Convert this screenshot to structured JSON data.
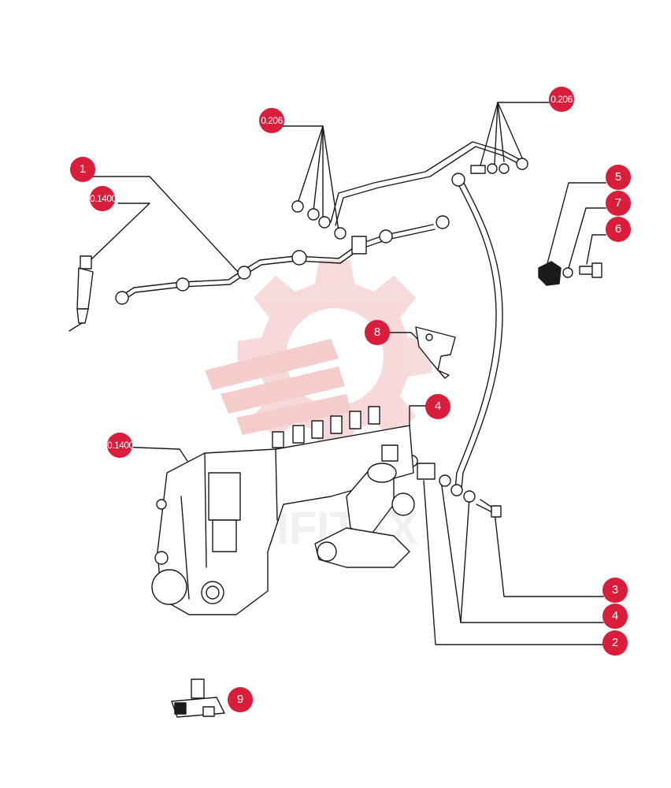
{
  "colors": {
    "callout": "#d91e3c",
    "line": "#1a1a1a",
    "watermark": "#f3c4c4"
  },
  "callouts": [
    {
      "key": "c1",
      "label": "1"
    },
    {
      "key": "c0140a",
      "label": "0.1400"
    },
    {
      "key": "c0206a",
      "label": "0.206"
    },
    {
      "key": "c0206b",
      "label": "0.206"
    },
    {
      "key": "c5",
      "label": "5"
    },
    {
      "key": "c7",
      "label": "7"
    },
    {
      "key": "c6",
      "label": "6"
    },
    {
      "key": "c8",
      "label": "8"
    },
    {
      "key": "c4a",
      "label": "4"
    },
    {
      "key": "c0140b",
      "label": "0.1400"
    },
    {
      "key": "c3",
      "label": "3"
    },
    {
      "key": "c4b",
      "label": "4"
    },
    {
      "key": "c2",
      "label": "2"
    },
    {
      "key": "c9",
      "label": "9"
    }
  ],
  "watermark": {
    "text": "HIFITEX"
  }
}
